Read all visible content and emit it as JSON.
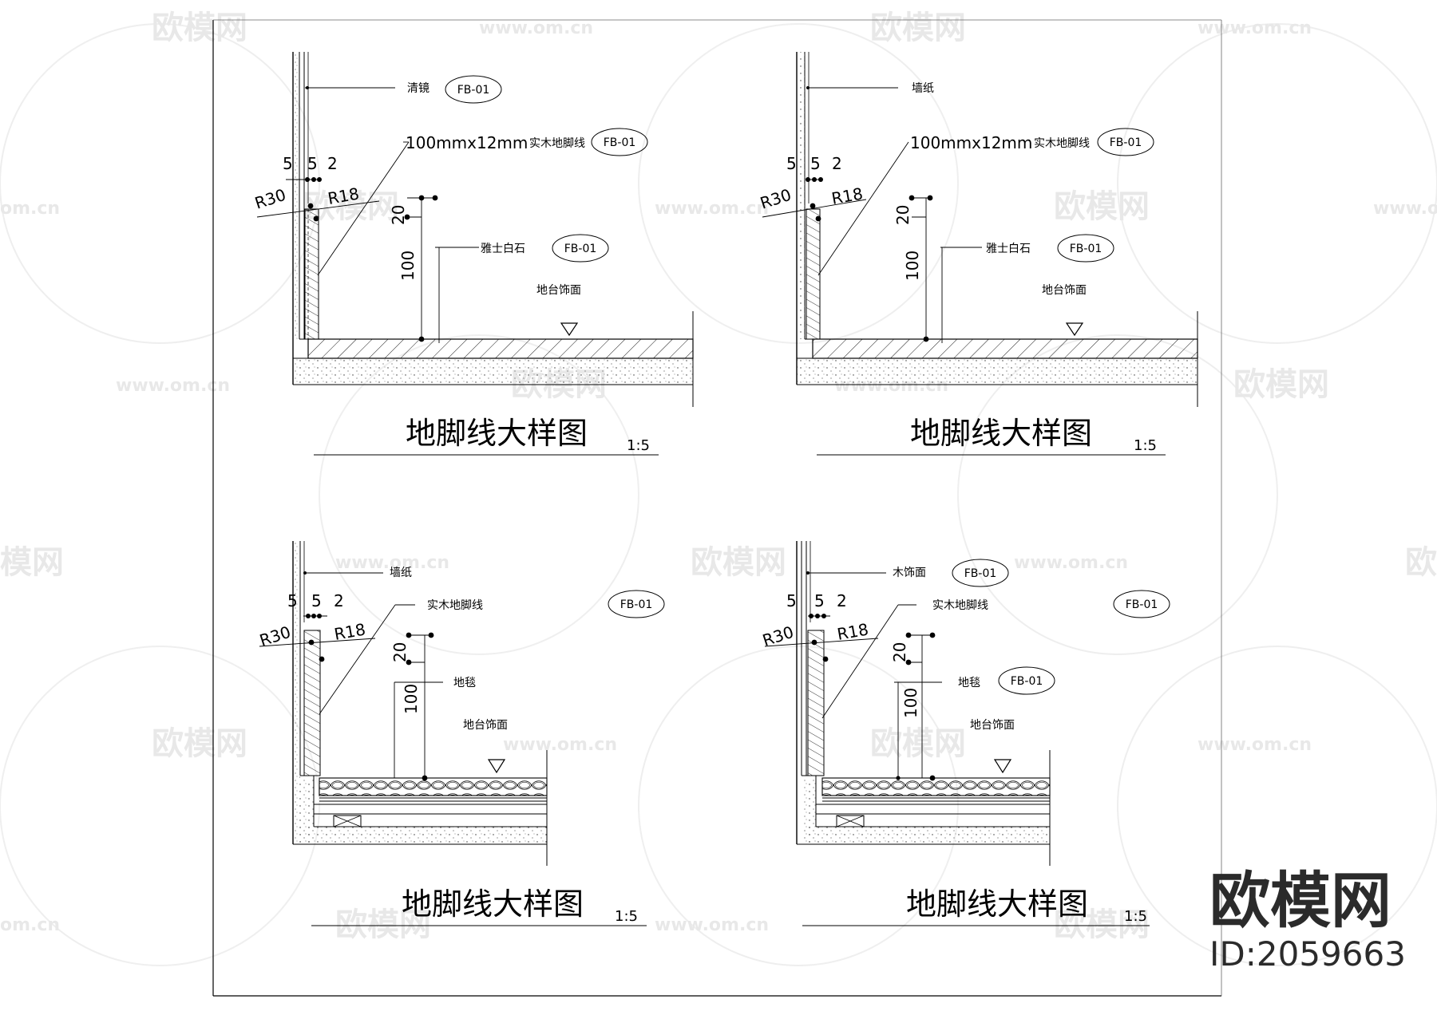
{
  "watermark": {
    "site": "www.om.cn",
    "site_short": "om.cn",
    "brand": "欧模网",
    "brand_partial": "模网",
    "brand_first": "欧",
    "corner_brand": "欧模网",
    "corner_id": "ID:2059663"
  },
  "details": [
    {
      "title": "地脚线大样图",
      "scale": "1:5",
      "wall_label": "清镜",
      "wall_tag": "FB-01",
      "skirting_label": "100mmx12mm",
      "skirting_label_cn": "实木地脚线",
      "skirting_tag": "FB-01",
      "dims_top": [
        "5",
        "5",
        "2"
      ],
      "r_left": "R30",
      "r_right": "R18",
      "dim_small": "20",
      "dim_height": "100",
      "floor_label": "雅士白石",
      "floor_tag": "FB-01",
      "level_label": "地台饰面"
    },
    {
      "title": "地脚线大样图",
      "scale": "1:5",
      "wall_label": "墙纸",
      "skirting_label": "100mmx12mm",
      "skirting_label_cn": "实木地脚线",
      "skirting_tag": "FB-01",
      "dims_top": [
        "5",
        "5",
        "2"
      ],
      "r_left": "R30",
      "r_right": "R18",
      "dim_small": "20",
      "dim_height": "100",
      "floor_label": "雅士白石",
      "floor_tag": "FB-01",
      "level_label": "地台饰面"
    },
    {
      "title": "地脚线大样图",
      "scale": "1:5",
      "wall_label": "墙纸",
      "skirting_label_cn": "实木地脚线",
      "skirting_tag": "FB-01",
      "dims_top": [
        "5",
        "5",
        "2"
      ],
      "r_left": "R30",
      "r_right": "R18",
      "dim_small": "20",
      "dim_height": "100",
      "floor_label": "地毯",
      "level_label": "地台饰面"
    },
    {
      "title": "地脚线大样图",
      "scale": "1:5",
      "wall_label": "木饰面",
      "wall_tag": "FB-01",
      "skirting_label_cn": "实木地脚线",
      "skirting_tag": "FB-01",
      "dims_top": [
        "5",
        "5",
        "2"
      ],
      "r_left": "R30",
      "r_right": "R18",
      "dim_small": "20",
      "dim_height": "100",
      "floor_label": "地毯",
      "floor_tag": "FB-01",
      "level_label": "地台饰面"
    }
  ]
}
